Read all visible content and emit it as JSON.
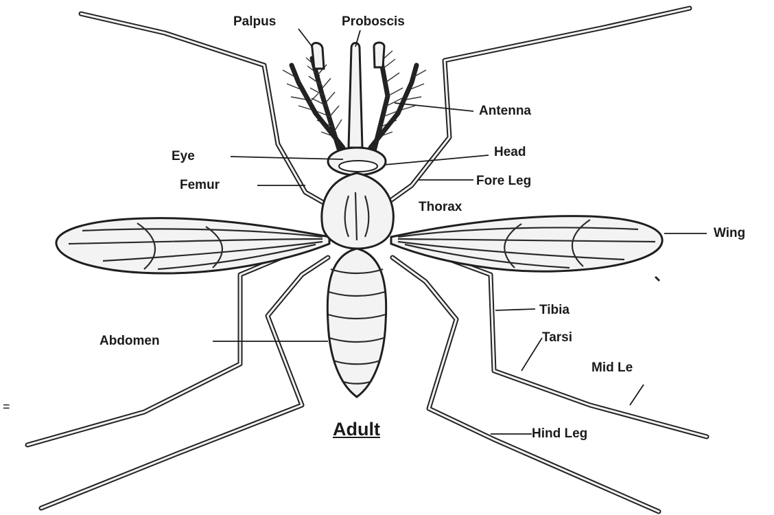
{
  "labels": {
    "palpus": "Palpus",
    "proboscis": "Proboscis",
    "antenna": "Antenna",
    "eye": "Eye",
    "head": "Head",
    "femur": "Femur",
    "fore_leg": "Fore Leg",
    "thorax": "Thorax",
    "wing": "Wing",
    "tibia": "Tibia",
    "abdomen": "Abdomen",
    "tarsi": "Tarsi",
    "mid_leg": "Mid Le",
    "hind_leg": "Hind Leg",
    "title": "Adult",
    "margin_mark": "="
  },
  "colors": {
    "ink": "#1a1a1a",
    "paper": "#ffffff",
    "body_fill": "#f3f3f3"
  }
}
